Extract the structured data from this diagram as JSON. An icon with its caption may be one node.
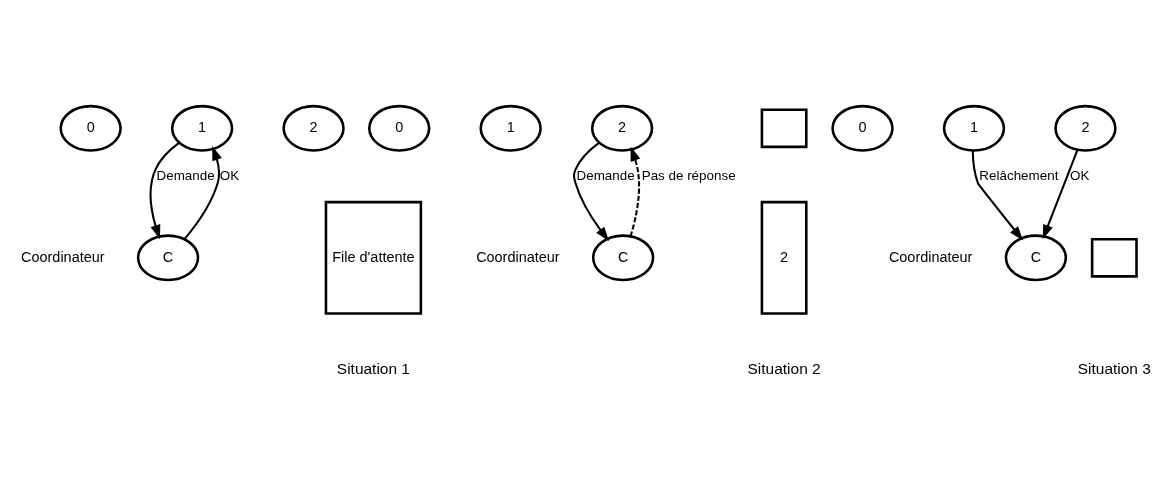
{
  "diagram": {
    "nodes": [
      {
        "text": [
          "0"
        ]
      },
      {
        "text": [
          "1"
        ]
      },
      {
        "text": [
          "2"
        ]
      },
      {
        "text": [
          "C"
        ],
        "beside": [
          "Coordinateur"
        ]
      },
      {
        "text": [
          "File d'attente"
        ]
      },
      {
        "text": [
          "0"
        ]
      },
      {
        "text": [
          "1"
        ]
      },
      {
        "text": [
          "2"
        ]
      },
      {
        "text": [
          "C"
        ],
        "beside": [
          "Coordinateur"
        ]
      },
      {
        "text": [],
        "shape": "box"
      },
      {
        "text": [
          "2"
        ]
      },
      {
        "text": [
          "0"
        ]
      },
      {
        "text": [
          "1"
        ]
      },
      {
        "text": [
          "2"
        ]
      },
      {
        "text": [
          "C"
        ],
        "beside": [
          "Coordinateur"
        ]
      },
      {
        "text": [],
        "shape": "box"
      }
    ],
    "edges": [
      {
        "from": 1,
        "to": 3,
        "arrow": "to",
        "label": "Demande"
      },
      {
        "from": 3,
        "to": 1,
        "arrow": "to",
        "label": "OK"
      },
      {
        "from": 7,
        "to": 8,
        "arrow": "to",
        "label": "Demande"
      },
      {
        "from": 8,
        "to": 7,
        "arrow": "to",
        "label": "Pas de réponse",
        "style": "dashed"
      },
      {
        "from": 12,
        "to": 14,
        "arrow": "to",
        "label": "Relâchement"
      },
      {
        "from": 13,
        "to": 14,
        "arrow": "to",
        "label": "OK"
      }
    ],
    "labels": [
      "Situation 1",
      "Situation 2",
      "Situation 3"
    ]
  }
}
